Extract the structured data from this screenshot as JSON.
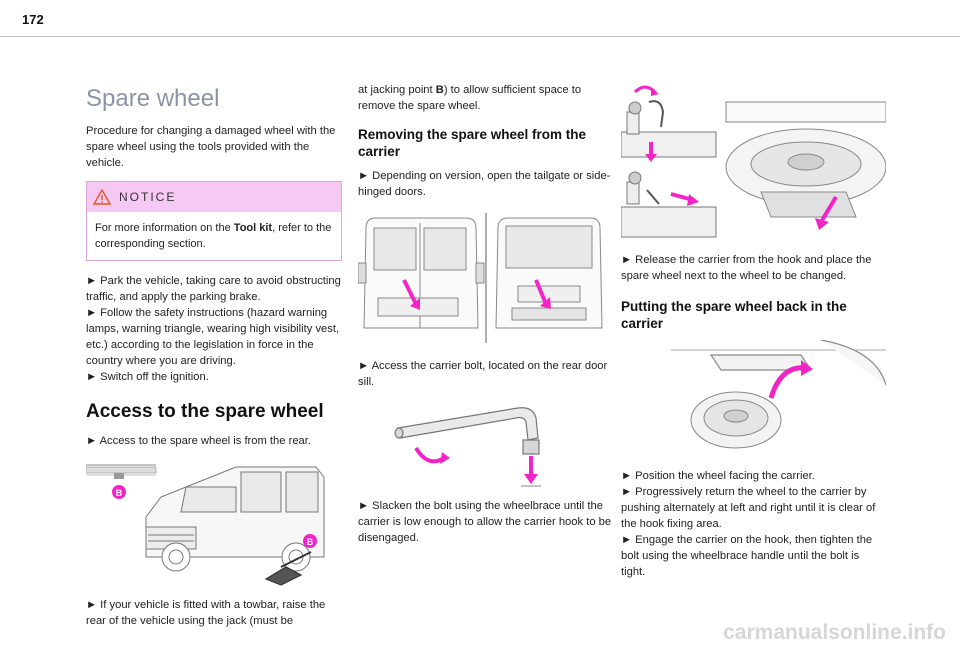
{
  "page_number": "172",
  "col1": {
    "title": "Spare wheel",
    "intro": "Procedure for changing a damaged wheel with the spare wheel using the tools provided with the vehicle.",
    "notice": {
      "title": "NOTICE",
      "text_before": "For more information on the ",
      "text_bold": "Tool kit",
      "text_after": ", refer to the corresponding section."
    },
    "steps": [
      "► Park the vehicle, taking care to avoid obstructing traffic, and apply the parking brake.",
      "► Follow the safety instructions (hazard warning lamps, warning triangle, wearing high visibility vest, etc.) according to the legislation in force in the country where you are driving.",
      "► Switch off the ignition."
    ],
    "section_title": "Access to the spare wheel",
    "access_step": "► Access to the spare wheel is from the rear.",
    "figure_label_b1": "B",
    "figure_label_b2": "B",
    "towbar_step": "► If your vehicle is fitted with a towbar, raise the rear of the vehicle using the jack (must be"
  },
  "col2": {
    "continuation_before": "at jacking point ",
    "continuation_bold": "B",
    "continuation_after": ") to allow sufficient space to remove the spare wheel.",
    "removing_title": "Removing the spare wheel from the carrier",
    "step_open": "► Depending on version, open the tailgate or side-hinged doors.",
    "step_bolt": "► Access the carrier bolt, located on the rear door sill.",
    "step_slacken": "► Slacken the bolt using the wheelbrace until the carrier is low enough to allow the carrier hook to be disengaged."
  },
  "col3": {
    "step_release": "► Release the carrier from the hook and place the spare wheel next to the wheel to be changed.",
    "putting_title": "Putting the spare wheel back in the carrier",
    "steps_back": "► Position the wheel facing the carrier.\n► Progressively return the wheel to the carrier by pushing alternately at left and right until it is clear of the hook fixing area.\n► Engage the carrier on the hook, then tighten the bolt using the wheelbrace handle until the bolt is tight."
  },
  "watermark": "carmanualsonline.info",
  "colors": {
    "accent": "#f224c8",
    "notice_bg": "#f5c9f3",
    "title_gray": "#8c93a8"
  },
  "icons": {
    "notice": "warning-triangle-icon"
  }
}
